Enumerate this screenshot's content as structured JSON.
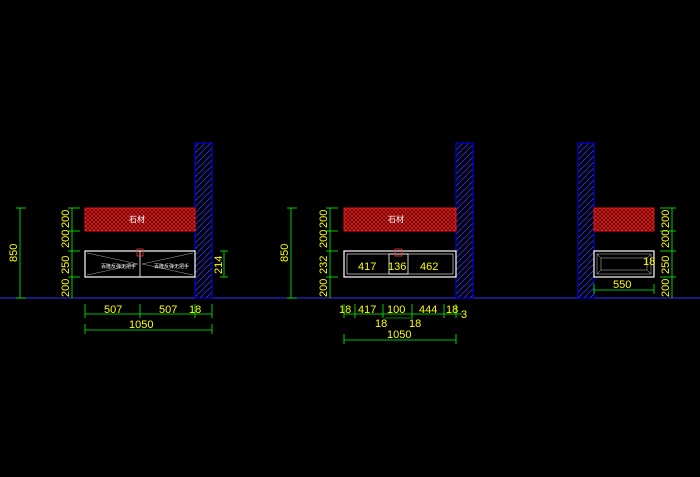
{
  "colors": {
    "background": "#000000",
    "dimension": "#ffff00",
    "dimension_line": "#00ff00",
    "wall": "#0000ff",
    "stone": "#cc0000",
    "cabinet": "#ffffff",
    "handle": "#ff3333"
  },
  "elev1": {
    "stone_label": "石材",
    "door_left_label": "百隆反弹无把手",
    "door_right_label": "百隆反弹无把手",
    "v_total": "850",
    "v_stack": [
      "200",
      "200",
      "250",
      "200"
    ],
    "right_depth": "214",
    "h_row1": [
      "507",
      "507",
      "18"
    ],
    "h_total": "1050"
  },
  "elev2": {
    "stone_label": "石材",
    "inner": [
      "417",
      "136",
      "462"
    ],
    "v_total": "850",
    "v_stack": [
      "200",
      "200",
      "232",
      "200"
    ],
    "h_row1": [
      "18",
      "417",
      "100",
      "444",
      "18",
      "3"
    ],
    "h_row2": [
      "18",
      "18"
    ],
    "h_total": "1050"
  },
  "elev3": {
    "inner_depth": "18",
    "width": "550",
    "v_stack": [
      "200",
      "200",
      "250",
      "200"
    ]
  }
}
